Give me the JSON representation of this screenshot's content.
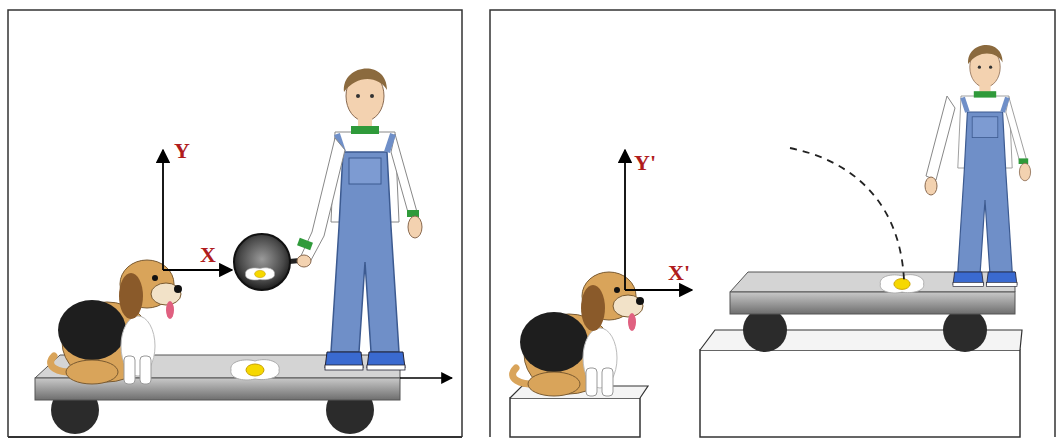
{
  "diagram": {
    "labels": [
      "Y",
      "X",
      "Y'",
      "X'"
    ]
  }
}
